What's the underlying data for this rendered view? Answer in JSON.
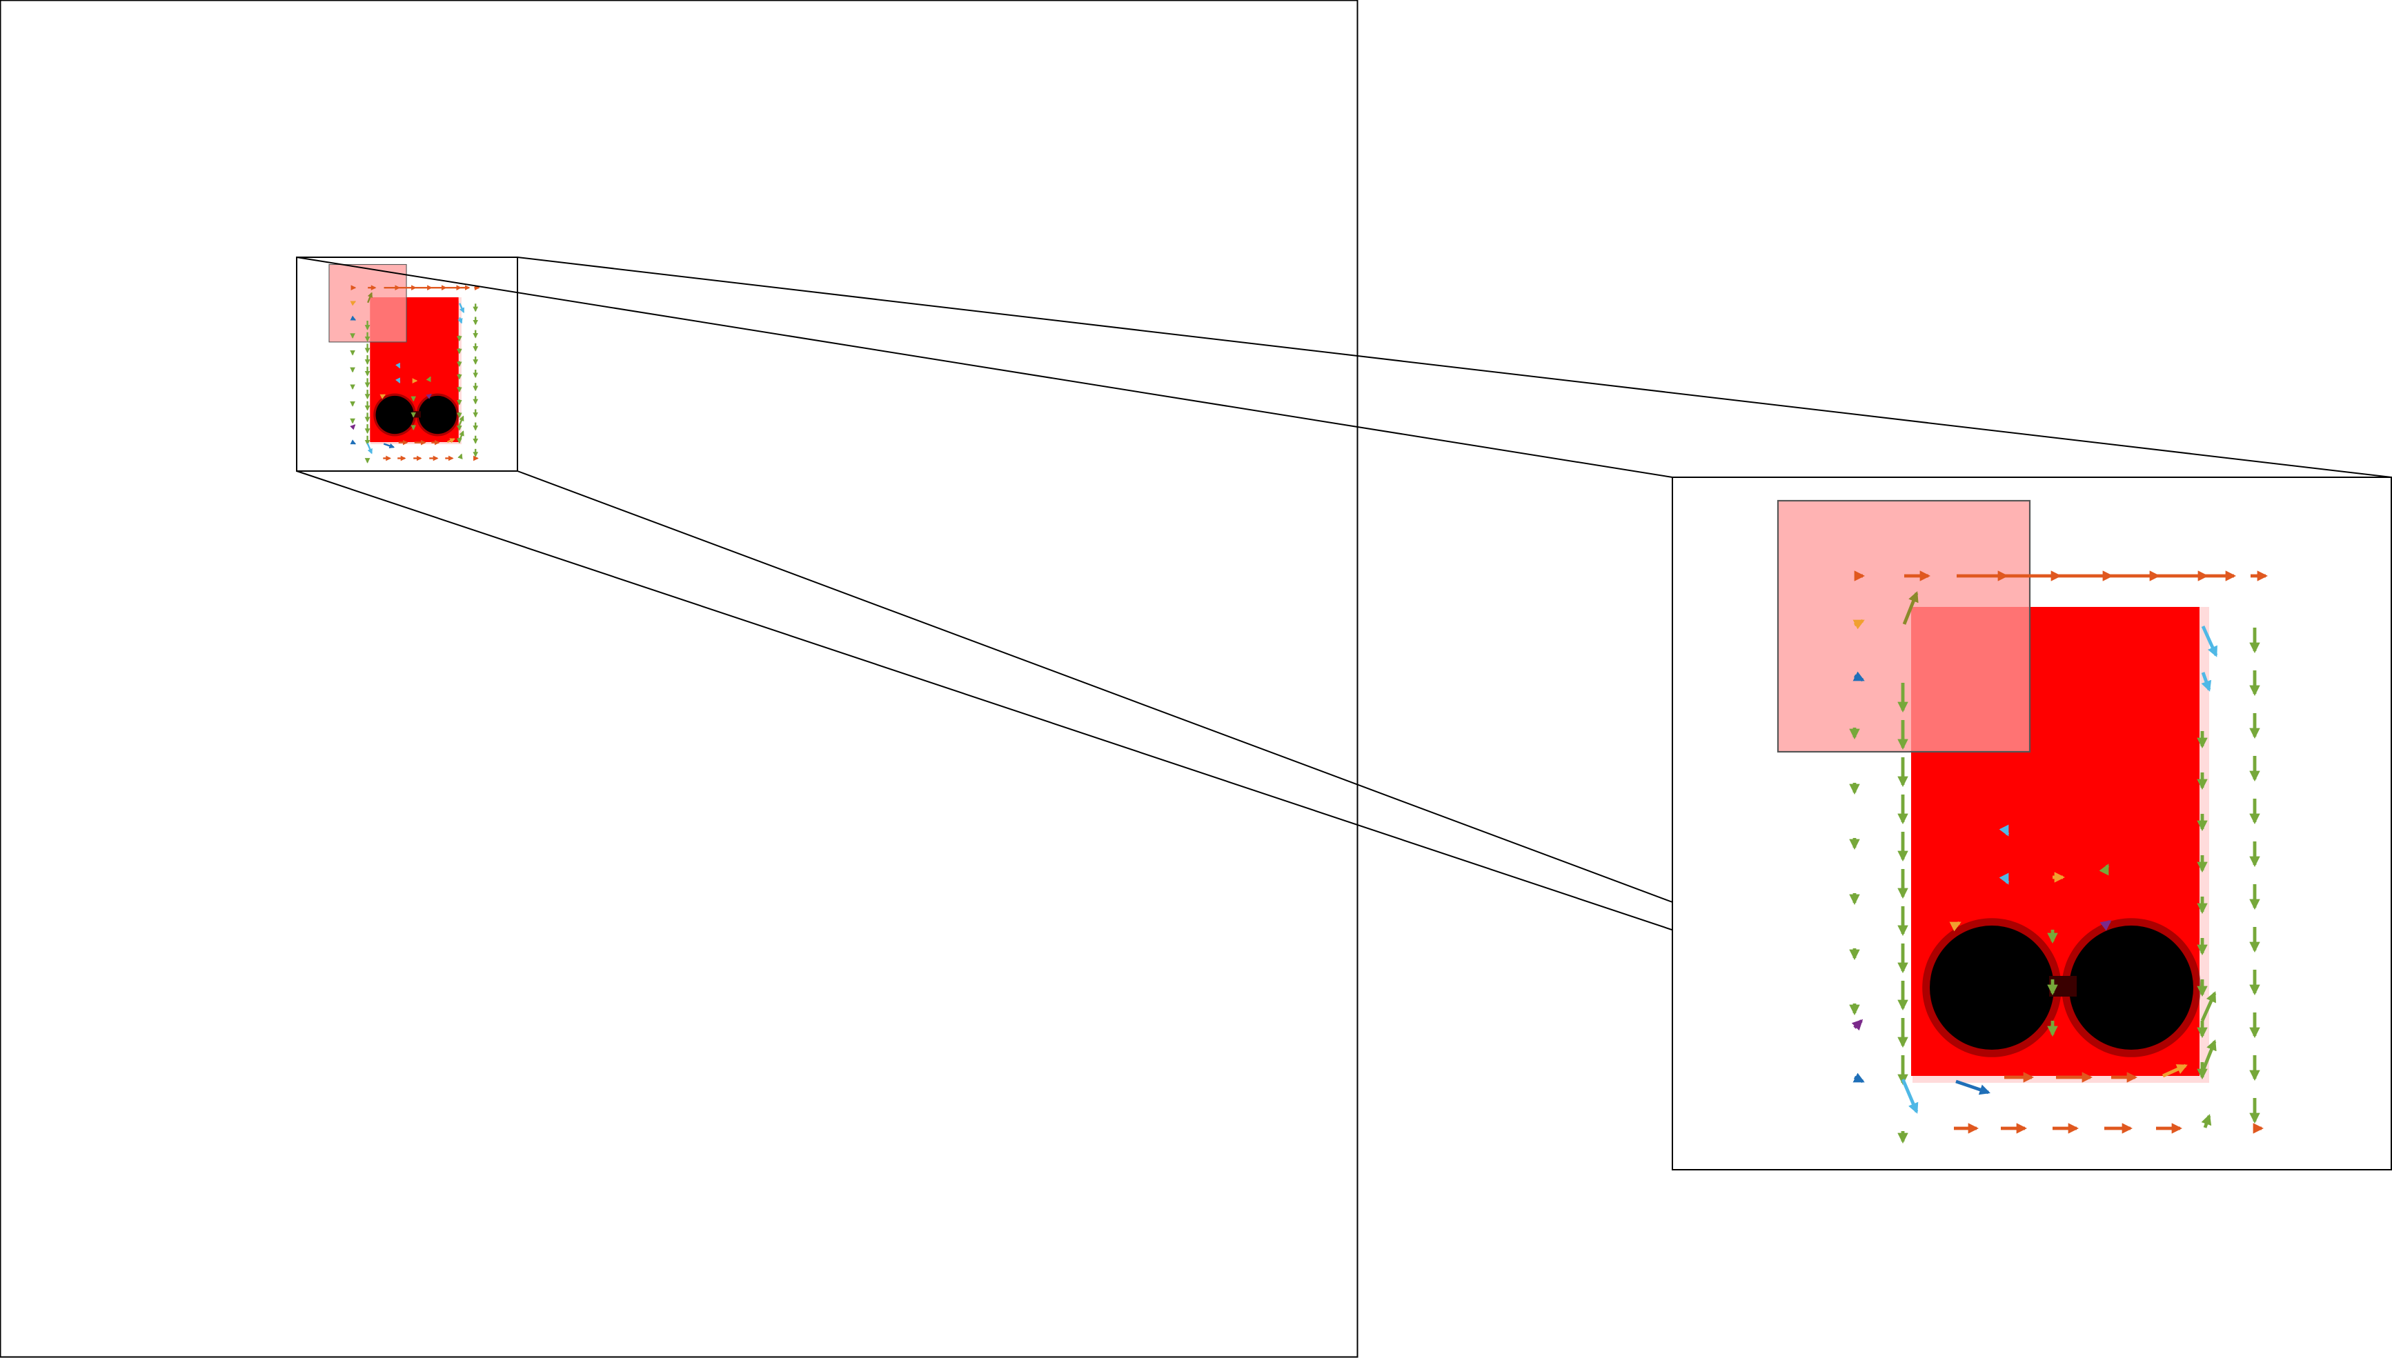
{
  "colors": {
    "frame": "#000000",
    "background": "#ffffff",
    "red": "#ff0000",
    "pink": "#ff9999",
    "black": "#000000",
    "arrow_orange_red": "#e0581f",
    "arrow_green": "#76a83a",
    "arrow_blue": "#4fb8e6",
    "arrow_navy": "#1f6fb8",
    "arrow_orange": "#f0a030",
    "arrow_purple": "#7a2a8a",
    "arrow_olive": "#8a8a2a"
  },
  "icons": {
    "main_view": "overview-panel",
    "zoom_view": "zoom-inset-panel",
    "zoom_connector": "zoom-connector-lines"
  }
}
